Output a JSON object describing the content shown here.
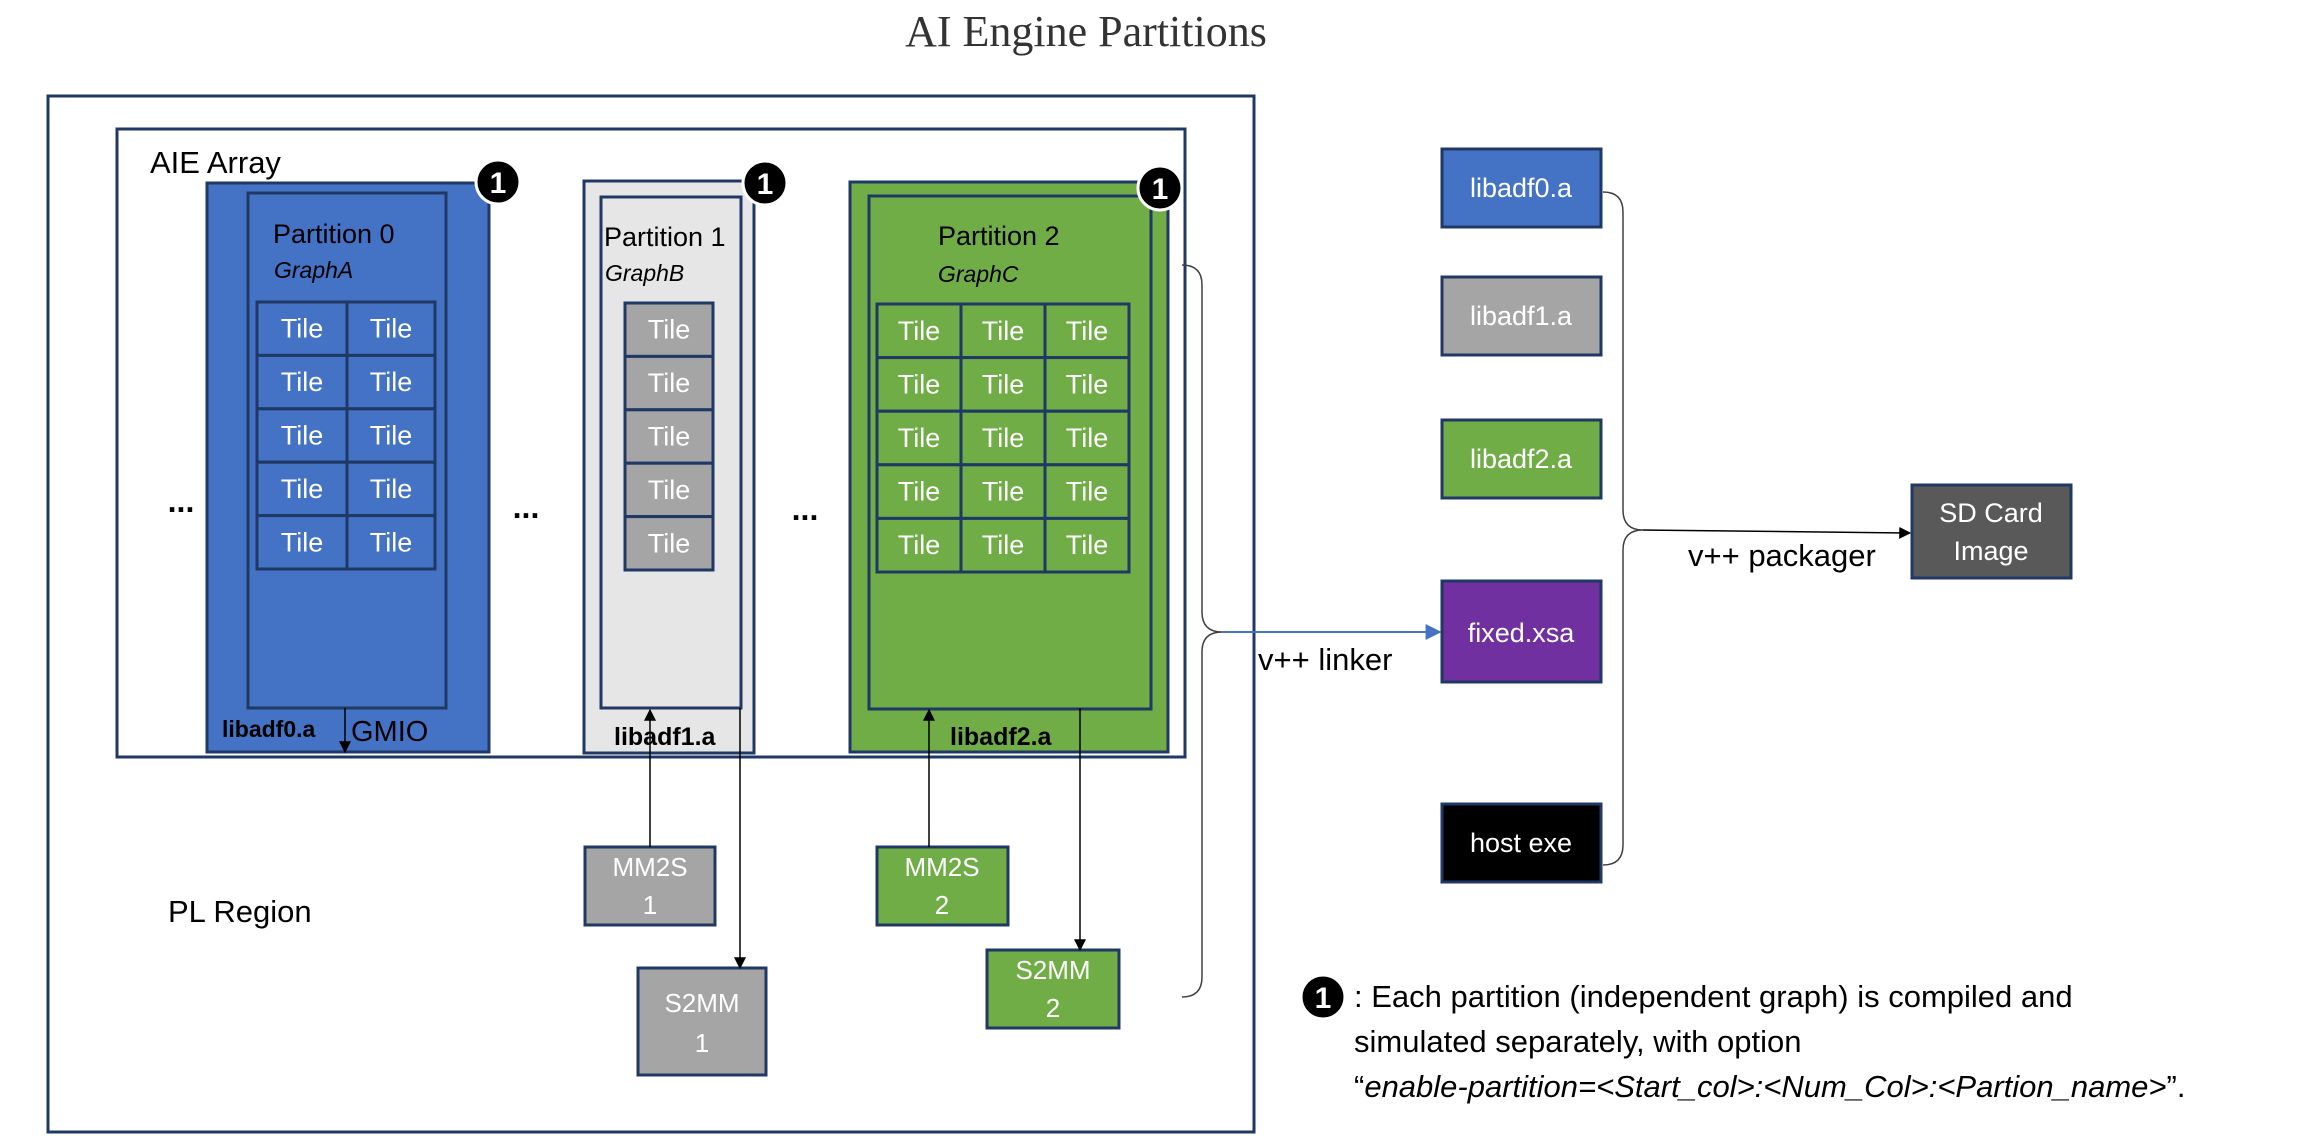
{
  "title": "AI Engine Partitions",
  "aie_array_label": "AIE Array",
  "pl_region_label": "PL Region",
  "ellipsis": "...",
  "badge_number": "1",
  "tile_label": "Tile",
  "partitions": [
    {
      "name": "Partition 0",
      "graph": "GraphA",
      "lib": "libadf0.a",
      "io": "GMIO"
    },
    {
      "name": "Partition 1",
      "graph": "GraphB",
      "lib": "libadf1.a"
    },
    {
      "name": "Partition 2",
      "graph": "GraphC",
      "lib": "libadf2.a"
    }
  ],
  "pl_blocks": [
    {
      "line1": "MM2S",
      "line2": "1"
    },
    {
      "line1": "S2MM",
      "line2": "1"
    },
    {
      "line1": "MM2S",
      "line2": "2"
    },
    {
      "line1": "S2MM",
      "line2": "2"
    }
  ],
  "files": {
    "libadf0": "libadf0.a",
    "libadf1": "libadf1.a",
    "libadf2": "libadf2.a",
    "fixed_xsa": "fixed.xsa",
    "host_exe": "host exe",
    "sd_card_line1": "SD Card",
    "sd_card_line2": "Image"
  },
  "linker_label": "v++ linker",
  "packager_label": "v++ packager",
  "note": {
    "line1": ": Each partition (independent graph) is compiled and",
    "line2": "simulated separately, with option",
    "line3_open": "“",
    "line3_italic": "enable-partition=<Start_col>:<Num_Col>:<Partion_name>",
    "line3_close": "”."
  },
  "colors": {
    "blue": "#4472C4",
    "gray": "#A5A5A5",
    "light_gray": "#E7E6E6",
    "green": "#70AD47",
    "purple": "#7030A0",
    "black": "#000000",
    "dark_gray": "#595959",
    "navy": "#1F3864"
  }
}
